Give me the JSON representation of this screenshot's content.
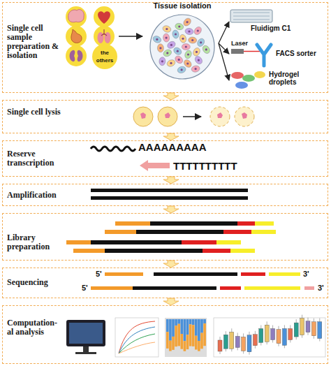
{
  "diagram": {
    "nodes": [
      {
        "text": [
          "Single cell sample preparation & isolation"
        ]
      },
      {
        "text": [
          "the others"
        ],
        "in": 0
      },
      {
        "text": [
          "Tissue isolation"
        ],
        "in": 0
      },
      {
        "text": [
          "Fluidigm C1"
        ],
        "in": 0
      },
      {
        "text": [
          "FACS sorter"
        ],
        "in": 0
      },
      {
        "text": [
          "Hydrogel droplets"
        ],
        "in": 0
      },
      {
        "text": [
          "Single cell lysis"
        ]
      },
      {
        "text": [
          "Reserve transcription"
        ]
      },
      {
        "text": [
          "Amplification"
        ]
      },
      {
        "text": [
          "Library preparation"
        ]
      },
      {
        "text": [
          "Sequencing"
        ]
      },
      {
        "text": [
          "Computation- al analysis"
        ]
      }
    ],
    "edges": [
      {
        "from": 2,
        "to": 3,
        "arrow": "to"
      },
      {
        "from": 2,
        "to": 4,
        "arrow": "to"
      },
      {
        "from": 2,
        "to": 5,
        "arrow": "to"
      },
      {
        "from": 0,
        "to": 6,
        "arrow": "to"
      },
      {
        "from": 6,
        "to": 7,
        "arrow": "to"
      },
      {
        "from": 7,
        "to": 8,
        "arrow": "to"
      },
      {
        "from": 8,
        "to": 9,
        "arrow": "to"
      },
      {
        "from": 9,
        "to": 10,
        "arrow": "to"
      },
      {
        "from": 10,
        "to": 11,
        "arrow": "to"
      }
    ],
    "labels": [
      "Laser",
      "AAAAAAAAA",
      "TTTTTTTTTT",
      "5'",
      "3'",
      "5'",
      "3'"
    ]
  }
}
